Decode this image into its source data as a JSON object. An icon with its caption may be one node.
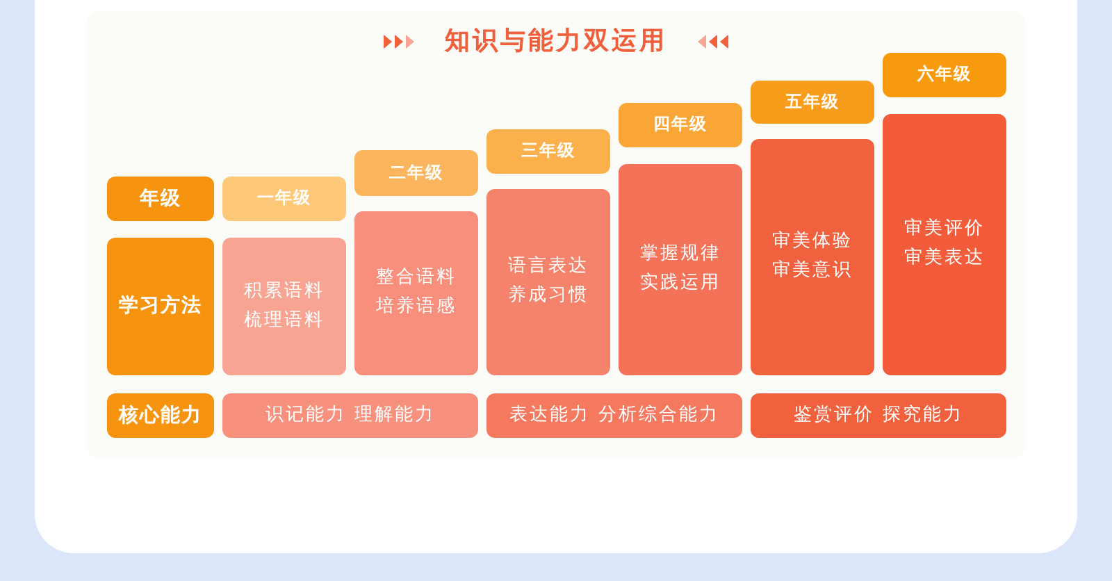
{
  "diagram": {
    "title": "知识与能力双运用",
    "nodes": [
      {
        "text": [
          "年级"
        ]
      },
      {
        "text": [
          "一年级"
        ]
      },
      {
        "text": [
          "二年级"
        ]
      },
      {
        "text": [
          "三年级"
        ]
      },
      {
        "text": [
          "四年级"
        ]
      },
      {
        "text": [
          "五年级"
        ]
      },
      {
        "text": [
          "六年级"
        ]
      },
      {
        "text": [
          "学习方法"
        ]
      },
      {
        "text": [
          "积累语料",
          "梳理语料"
        ]
      },
      {
        "text": [
          "整合语料",
          "培养语感"
        ]
      },
      {
        "text": [
          "语言表达",
          "养成习惯"
        ]
      },
      {
        "text": [
          "掌握规律",
          "实践运用"
        ]
      },
      {
        "text": [
          "审美体验",
          "审美意识"
        ]
      },
      {
        "text": [
          "审美评价",
          "审美表达"
        ]
      },
      {
        "text": [
          "核心能力"
        ]
      },
      {
        "text": [
          "识记能力 理解能力"
        ]
      },
      {
        "text": [
          "表达能力 分析综合能力"
        ]
      },
      {
        "text": [
          "鉴赏评价 探究能力"
        ]
      }
    ]
  }
}
